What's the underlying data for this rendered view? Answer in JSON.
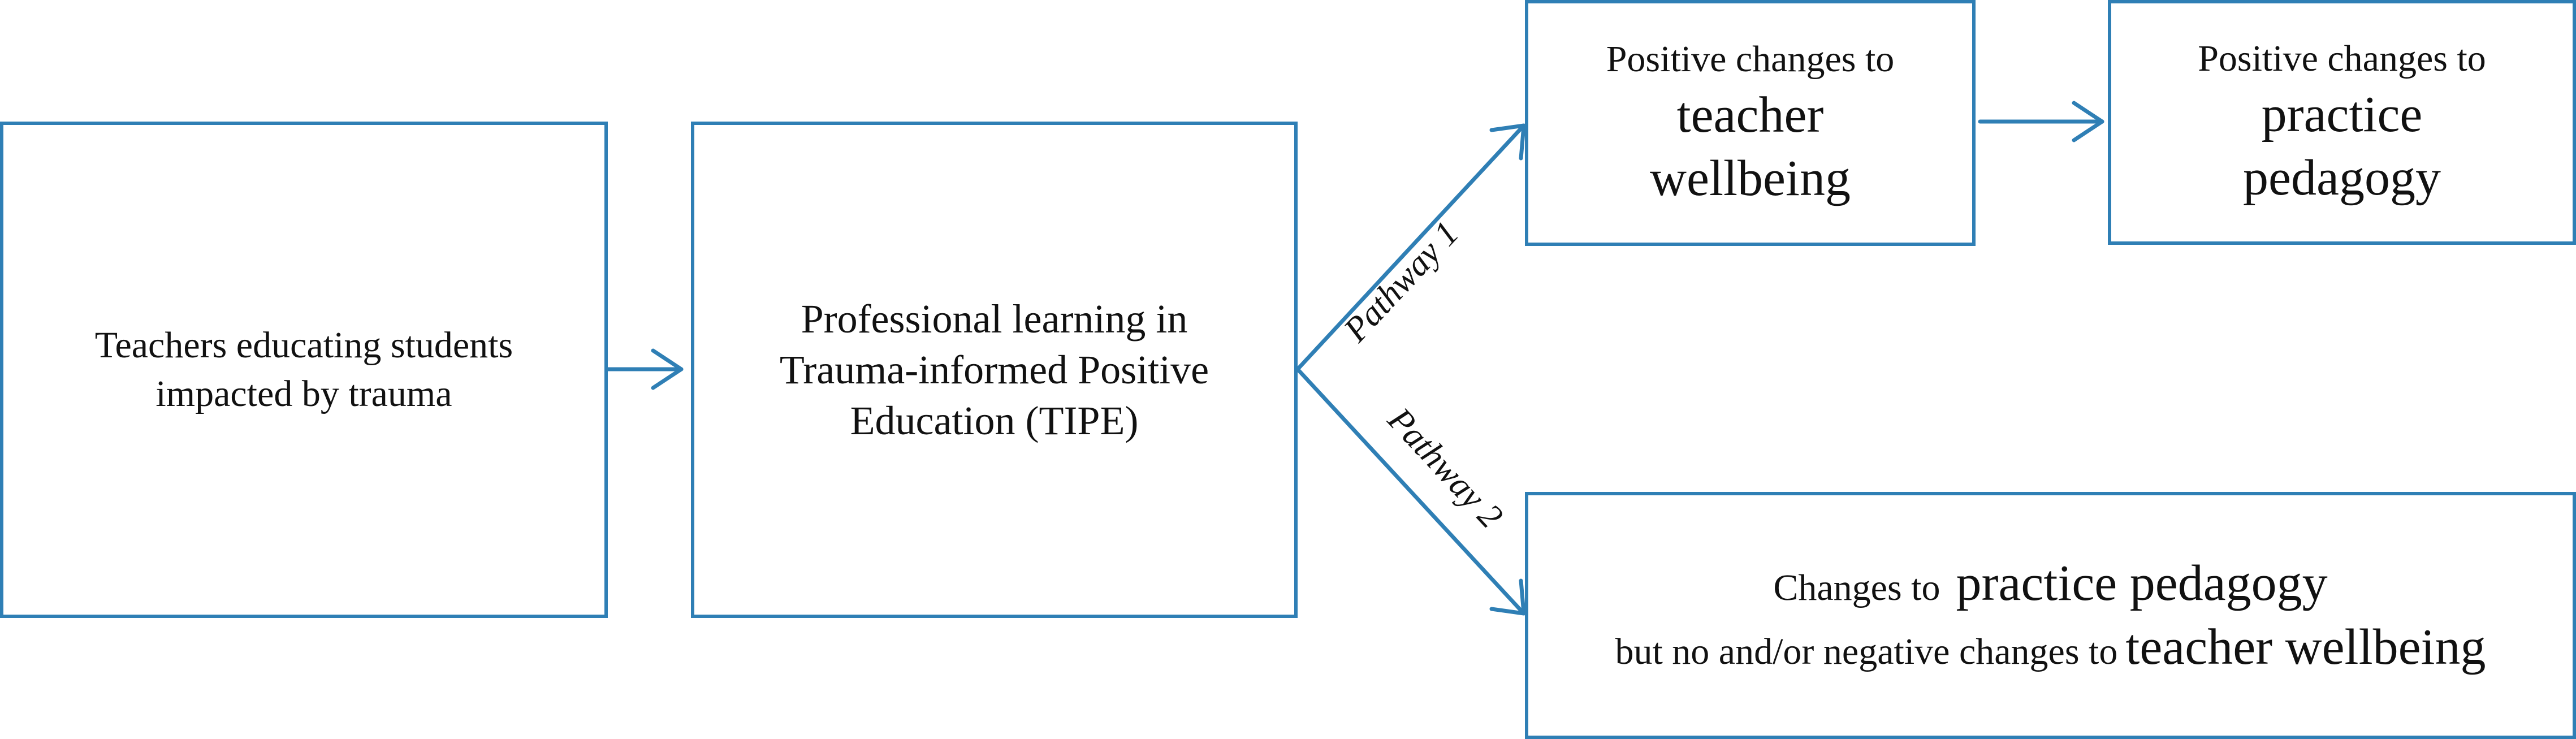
{
  "boxes": {
    "teachers": {
      "line1": "Teachers educating students",
      "line2": "impacted by trauma"
    },
    "professional_learning": {
      "line1": "Professional learning in",
      "line2": "Trauma-informed Positive",
      "line3": "Education (TIPE)"
    },
    "teacher_wellbeing": {
      "lead": "Positive changes to",
      "term_line1": "teacher",
      "term_line2": "wellbeing"
    },
    "practice_pedagogy": {
      "lead": "Positive changes to",
      "term_line1": "practice",
      "term_line2": "pedagogy"
    },
    "pathway2_outcome": {
      "line1_lead": "Changes to",
      "line1_term": "practice pedagogy",
      "line2_lead": "but no and/or negative changes to",
      "line2_term": "teacher wellbeing"
    }
  },
  "pathways": {
    "pathway1": "Pathway 1",
    "pathway2": "Pathway 2"
  },
  "colors": {
    "stroke": "#2f7fb5"
  }
}
